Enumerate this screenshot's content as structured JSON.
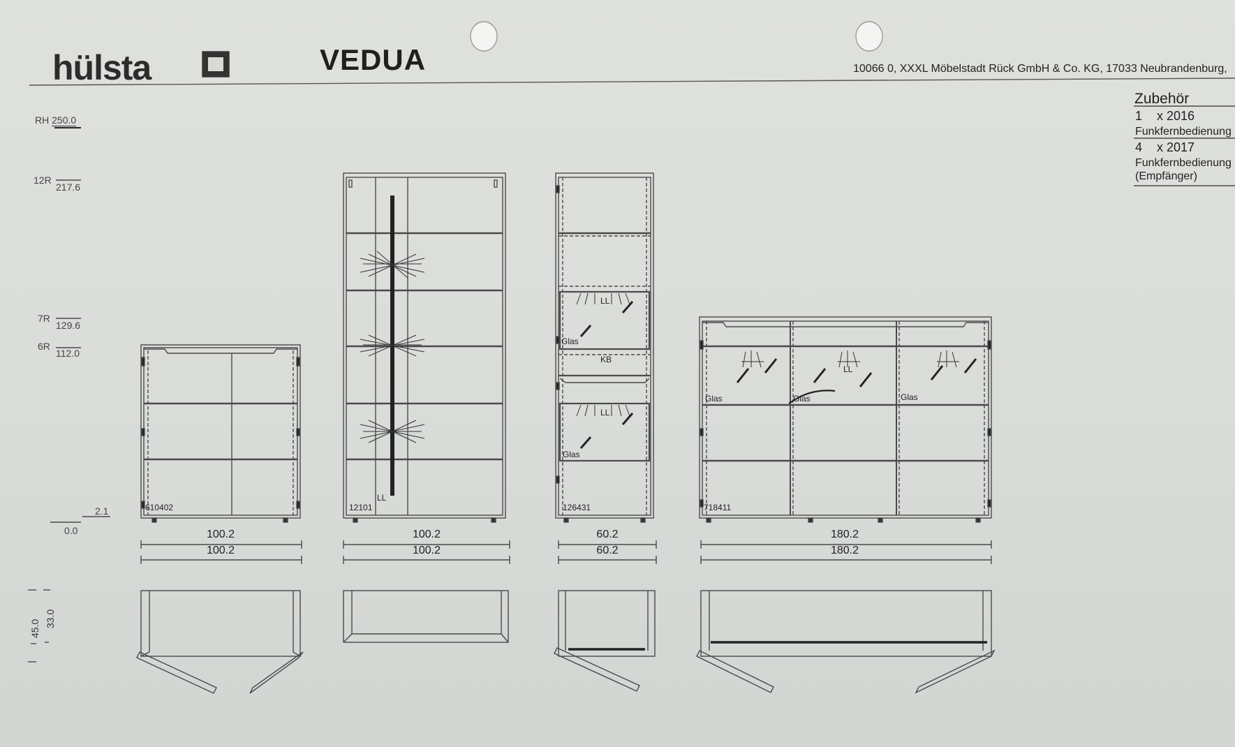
{
  "header": {
    "brand": "hülsta",
    "model": "VEDUA",
    "order_info": "10066 0, XXXL Möbelstadt Rück GmbH & Co. KG, 17033 Neubrandenburg,"
  },
  "accessories": {
    "title": "Zubehör",
    "items": [
      {
        "qty": "1",
        "code": "x 2016",
        "desc": "Funkfernbedienung",
        "desc2": ""
      },
      {
        "qty": "4",
        "code": "x 2017",
        "desc": "Funkfernbedienung",
        "desc2": "(Empfänger)"
      }
    ]
  },
  "height_marks": {
    "rh": {
      "prefix": "RH",
      "value": "250.0"
    },
    "r12": {
      "prefix": "12R",
      "value": "217.6"
    },
    "r7": {
      "prefix": "7R",
      "value": "129.6"
    },
    "r6": {
      "prefix": "6R",
      "value": "112.0"
    },
    "plinth": "2.1",
    "zero": "0.0"
  },
  "depth_marks": {
    "outer": "45.0",
    "inner": "33.0"
  },
  "units": [
    {
      "article": "610402",
      "width_top": "100.2",
      "width_bottom": "100.2"
    },
    {
      "article": "12101",
      "width_top": "100.2",
      "width_bottom": "100.2",
      "lighting": "LL"
    },
    {
      "article": "126431",
      "width_top": "60.2",
      "width_bottom": "60.2",
      "glass_1": "Glas",
      "glass_2": "Glas",
      "light_1": "LL",
      "light_2": "LL",
      "box": "KB"
    },
    {
      "article": "718411",
      "width_top": "180.2",
      "width_bottom": "180.2",
      "glass_1": "Glas",
      "glass_2": "Glas",
      "glass_3": "Glas",
      "light_1": "LL"
    }
  ]
}
